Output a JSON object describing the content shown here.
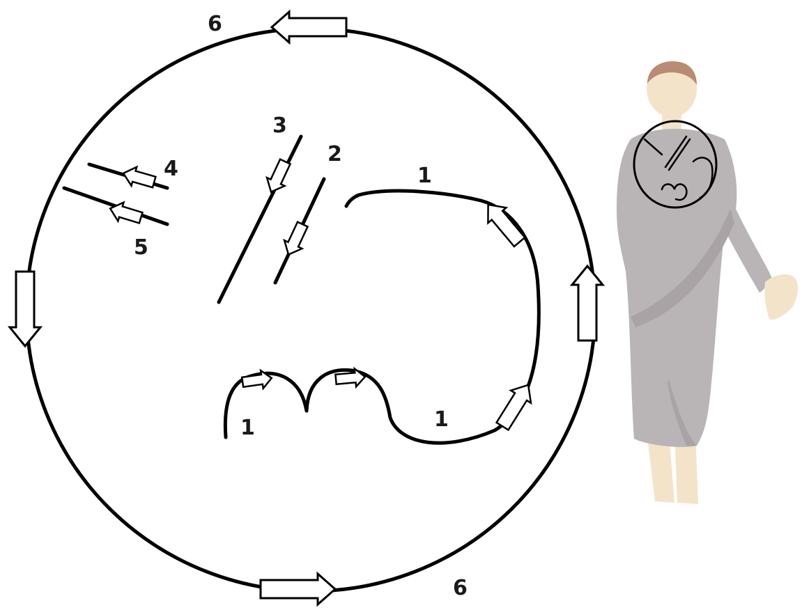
{
  "labels": {
    "top_6": "6",
    "bottom_6": "6",
    "label_1_top": "1",
    "label_1_right": "1",
    "label_1_left": "1",
    "label_2": "2",
    "label_3": "3",
    "label_4": "4",
    "label_5": "5"
  },
  "colors": {
    "ink": "#000000",
    "background": "#ffffff",
    "robe": "#b9b4b6",
    "robe_shadow": "#a9a3a6",
    "skin": "#f3e4c9",
    "hair": "#b98b72"
  },
  "icons": {
    "figure": "person-in-robe-icon",
    "magnifier": "magnifier-circle-icon"
  }
}
